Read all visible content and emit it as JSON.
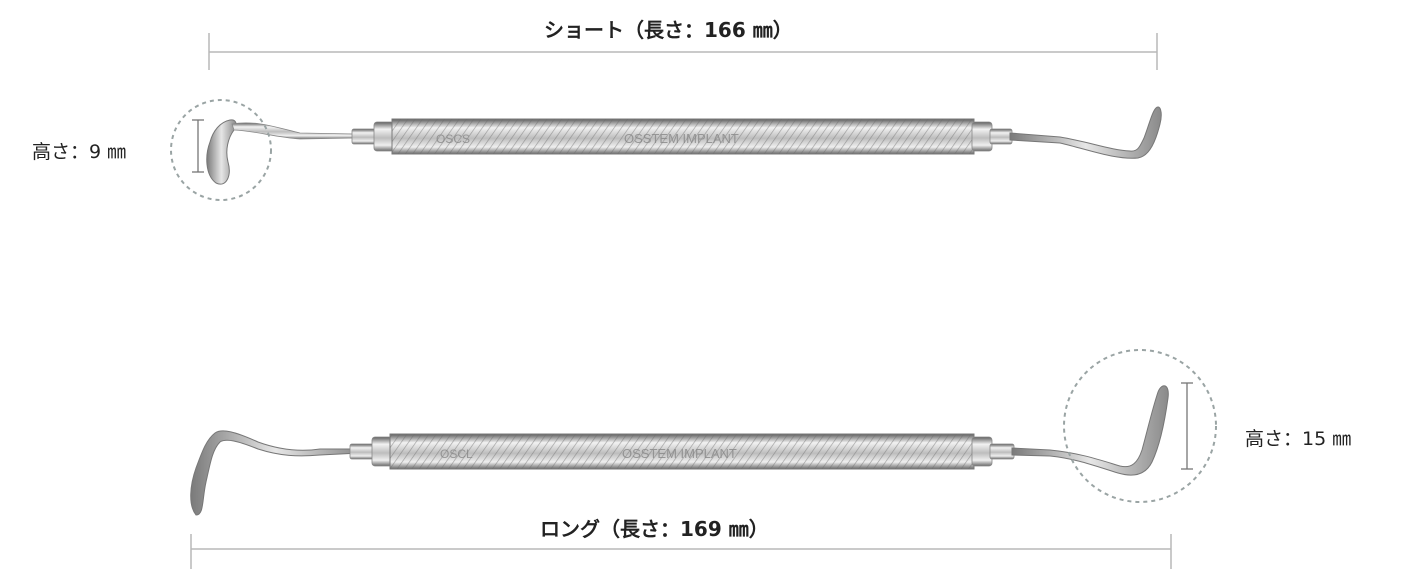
{
  "short": {
    "title": "ショート（長さ：166 ㎜）",
    "height_label": "高さ：9 ㎜",
    "handle_mark_left": "OSCS",
    "handle_brand": "OSSTEM IMPLANT"
  },
  "long": {
    "title": "ロング（長さ：169 ㎜）",
    "height_label": "高さ：15 ㎜",
    "handle_mark_left": "OSCL",
    "handle_brand": "OSSTEM IMPLANT"
  },
  "colors": {
    "dimension_line": "#b8b8b8",
    "dashed_circle": "#9aa4a4",
    "metal_dark": "#6f6f6f",
    "metal_light": "#e9e9e9"
  }
}
